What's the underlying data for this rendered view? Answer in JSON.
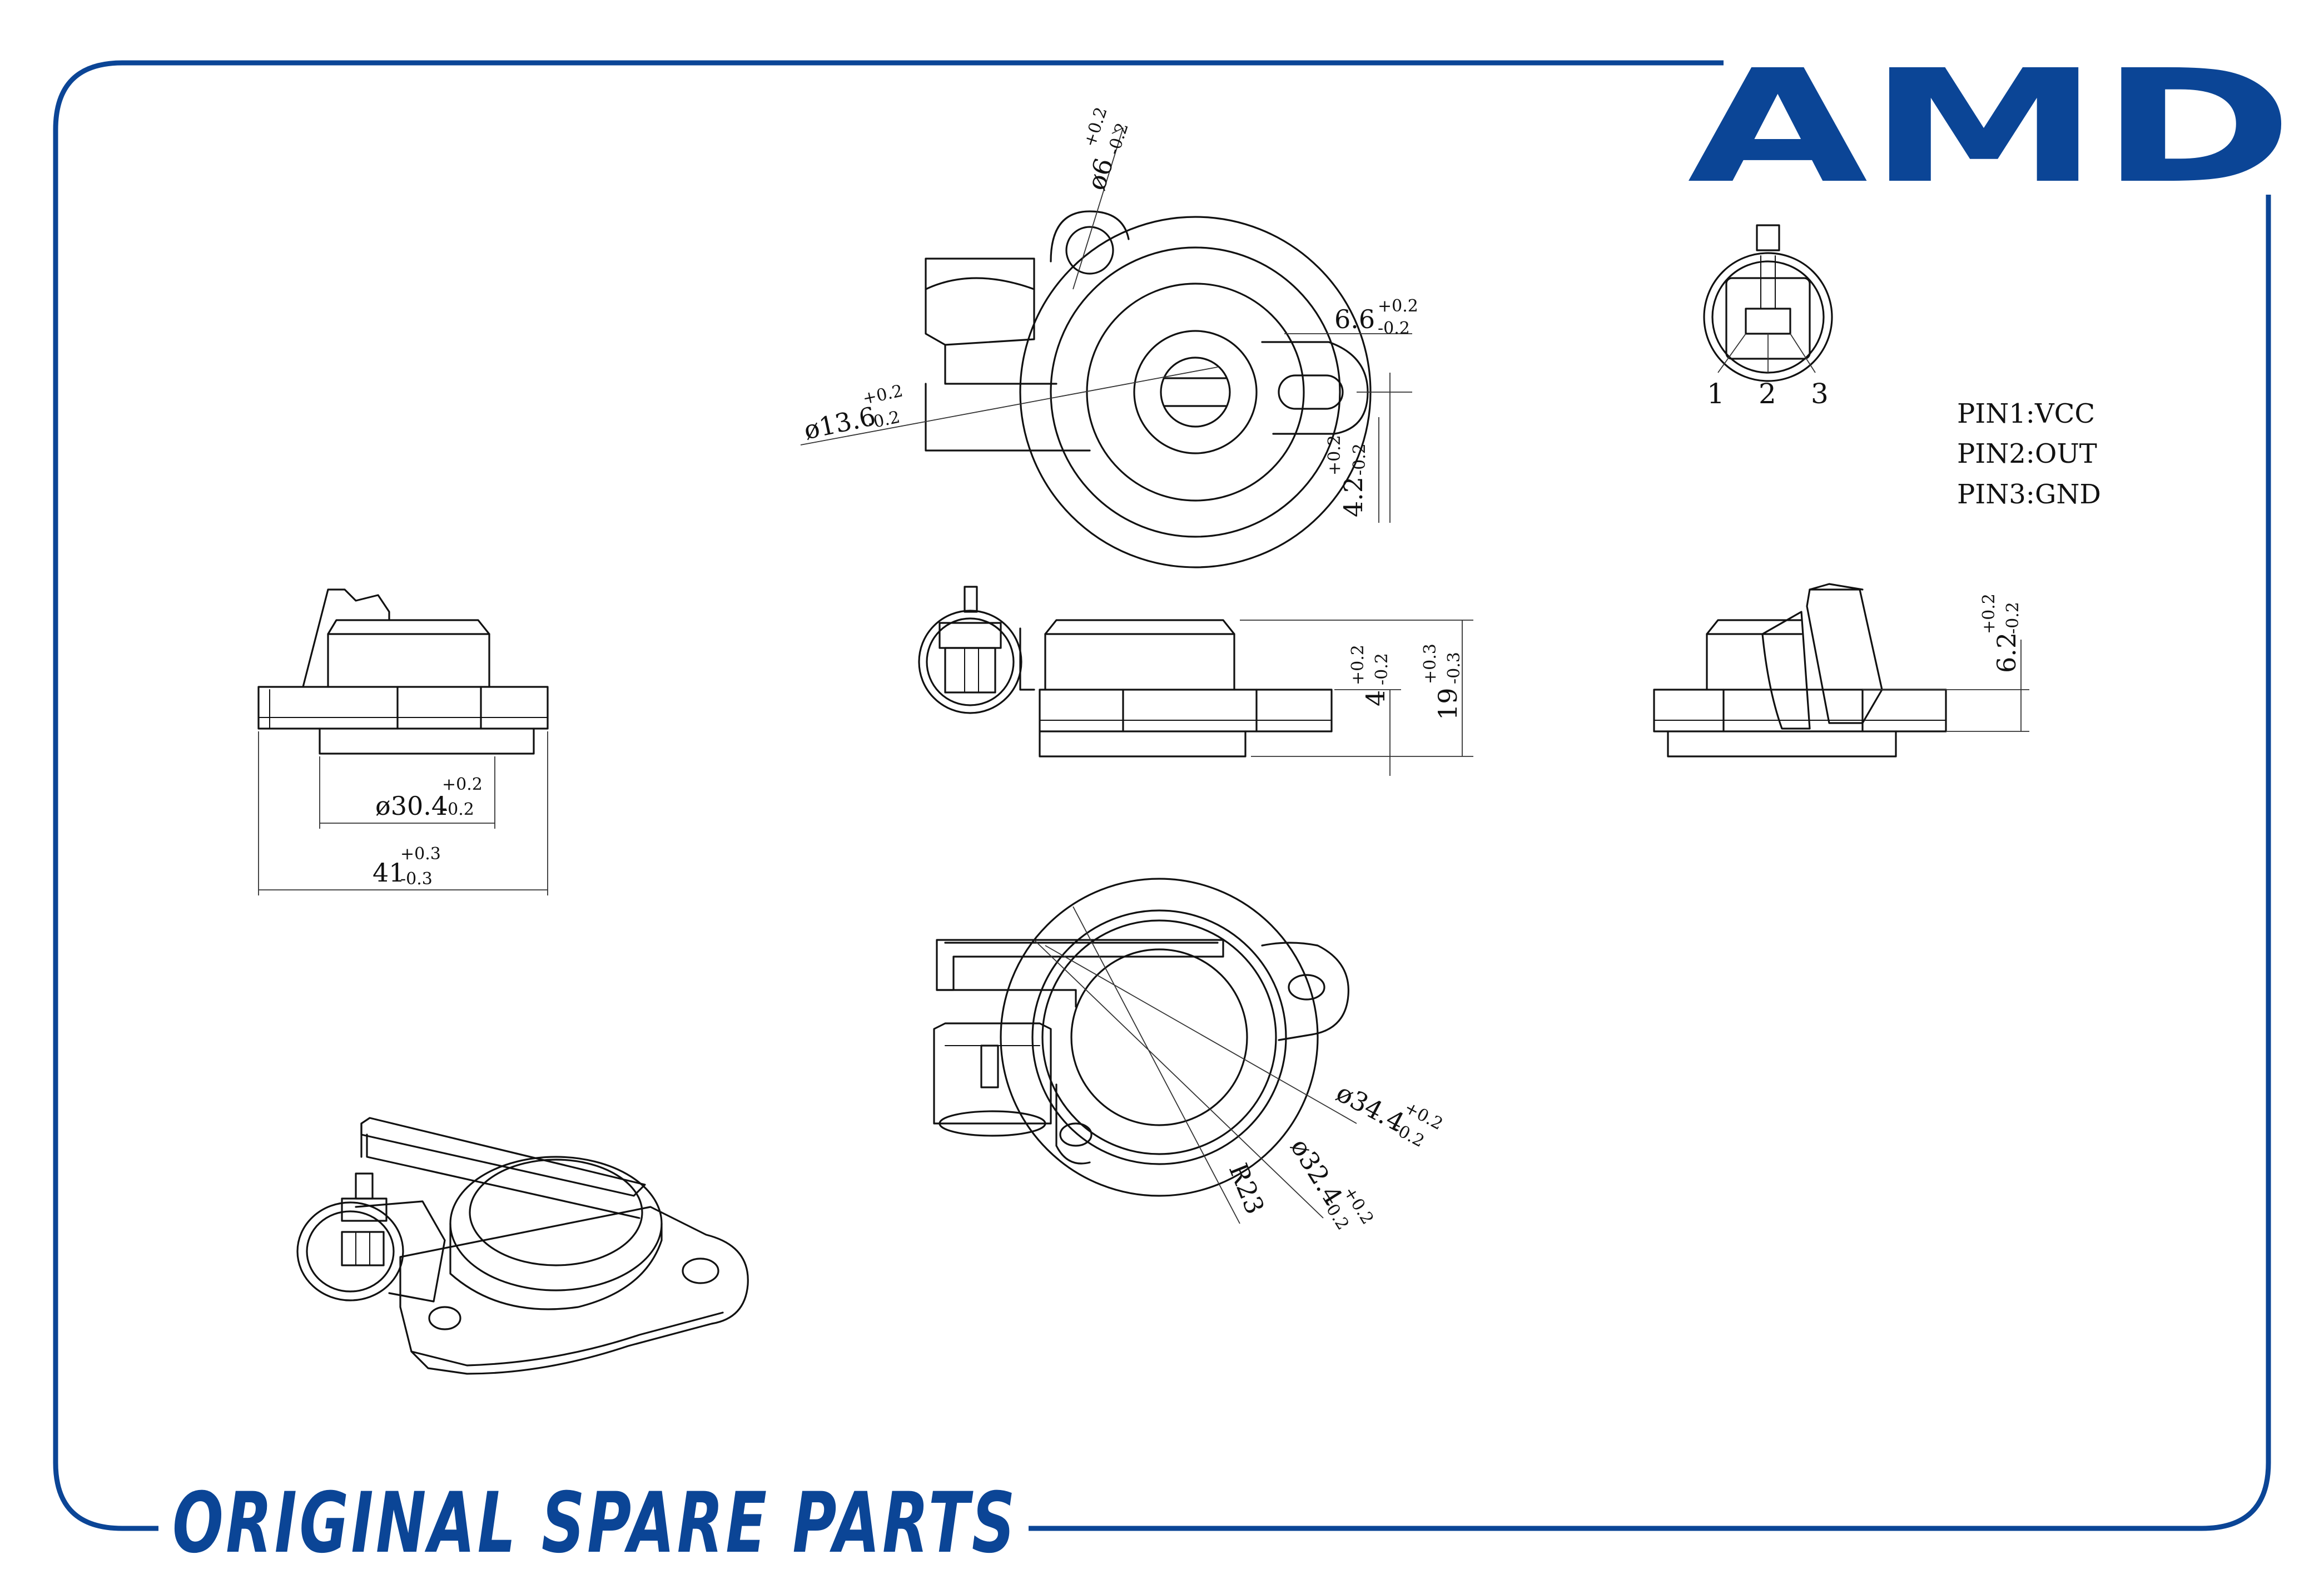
{
  "brand": {
    "name": "AMD",
    "color": "#0b4596",
    "slogan": "ORIGINAL SPARE PARTS"
  },
  "connector": {
    "pin_numbers": [
      "1",
      "2",
      "3"
    ],
    "pinout": [
      "PIN1:VCC",
      "PIN2:OUT",
      "PIN3:GND"
    ]
  },
  "dimensions": {
    "top_view": {
      "hole_dia": {
        "main": "ø6",
        "upper": "+0.2",
        "lower": "-0.2"
      },
      "shaft_dia": {
        "main": "ø13.6",
        "upper": "+0.2",
        "lower": "-0.2"
      },
      "ear_width": {
        "main": "6.6",
        "upper": "+0.2",
        "lower": "-0.2"
      },
      "slot_width": {
        "main": "4.2",
        "upper": "+0.2",
        "lower": "-0.2"
      }
    },
    "side_view": {
      "body_dia": {
        "main": "ø30.4",
        "upper": "+0.2",
        "lower": "-0.2"
      },
      "flange_length": {
        "main": "41",
        "upper": "+0.3",
        "lower": "-0.3"
      }
    },
    "front_view": {
      "flange_height": {
        "main": "4",
        "upper": "+0.2",
        "lower": "-0.2"
      },
      "total_height": {
        "main": "19",
        "upper": "+0.3",
        "lower": "-0.3"
      }
    },
    "right_view": {
      "connector_height": {
        "main": "6.2",
        "upper": "+0.2",
        "lower": "-0.2"
      }
    },
    "bottom_view": {
      "outer_dia": {
        "main": "ø34.4",
        "upper": "+0.2",
        "lower": "-0.2"
      },
      "inner_dia": {
        "main": "ø32.4",
        "upper": "+0.2",
        "lower": "-0.2"
      },
      "radius": {
        "main": "R23"
      }
    }
  }
}
